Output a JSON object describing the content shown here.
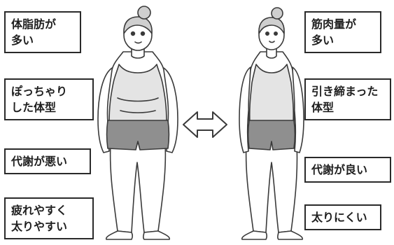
{
  "left_labels": [
    {
      "lines": [
        "体脂肪が",
        "多い"
      ]
    },
    {
      "lines": [
        "ぽっちゃり",
        "した体型"
      ]
    },
    {
      "lines": [
        "代謝が悪い"
      ]
    },
    {
      "lines": [
        "疲れやすく",
        "太りやすい"
      ]
    }
  ],
  "right_labels": [
    {
      "lines": [
        "筋肉量が",
        "多い"
      ]
    },
    {
      "lines": [
        "引き締まった",
        "体型"
      ]
    },
    {
      "lines": [
        "代謝が良い"
      ]
    },
    {
      "lines": [
        "太りにくい"
      ]
    }
  ],
  "colors": {
    "outline": "#3a3a3a",
    "skin": "#ffffff",
    "top": "#e4e4e4",
    "shorts": "#8f8f8f",
    "hair": "#cfcfcf",
    "box_border": "#2a2a2a"
  },
  "icons": {
    "arrow": "double-headed-arrow-icon"
  }
}
